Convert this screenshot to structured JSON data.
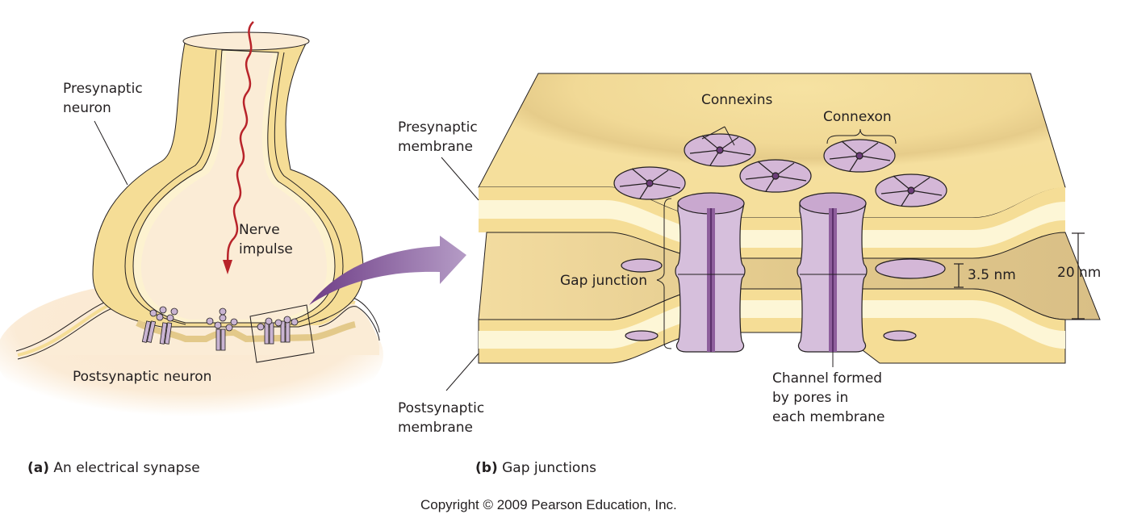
{
  "figure": {
    "panel_a": {
      "caption_letter": "(a)",
      "caption_text": "An electrical synapse",
      "labels": {
        "presynaptic_neuron_line1": "Presynaptic",
        "presynaptic_neuron_line2": "neuron",
        "nerve_impulse_line1": "Nerve",
        "nerve_impulse_line2": "impulse",
        "postsynaptic_neuron": "Postsynaptic neuron"
      }
    },
    "panel_b": {
      "caption_letter": "(b)",
      "caption_text": "Gap junctions",
      "labels": {
        "presynaptic_membrane_line1": "Presynaptic",
        "presynaptic_membrane_line2": "membrane",
        "connexins": "Connexins",
        "connexon": "Connexon",
        "gap_junction": "Gap junction",
        "gap_width": "3.5 nm",
        "membrane_span": "20 nm",
        "postsynaptic_membrane_line1": "Postsynaptic",
        "postsynaptic_membrane_line2": "membrane",
        "channel_line1": "Channel formed",
        "channel_line2": "by pores in",
        "channel_line3": "each membrane"
      }
    },
    "copyright": "Copyright © 2009 Pearson Education, Inc.",
    "colors": {
      "membrane": "#f5dd96",
      "membrane_light": "#fdf7d8",
      "cytoplasm": "#fbecd6",
      "connexon": "#d4b7d7",
      "connexon_dark": "#6d3d7a",
      "impulse": "#b8232a",
      "arrow": "#7a4d8e"
    }
  }
}
